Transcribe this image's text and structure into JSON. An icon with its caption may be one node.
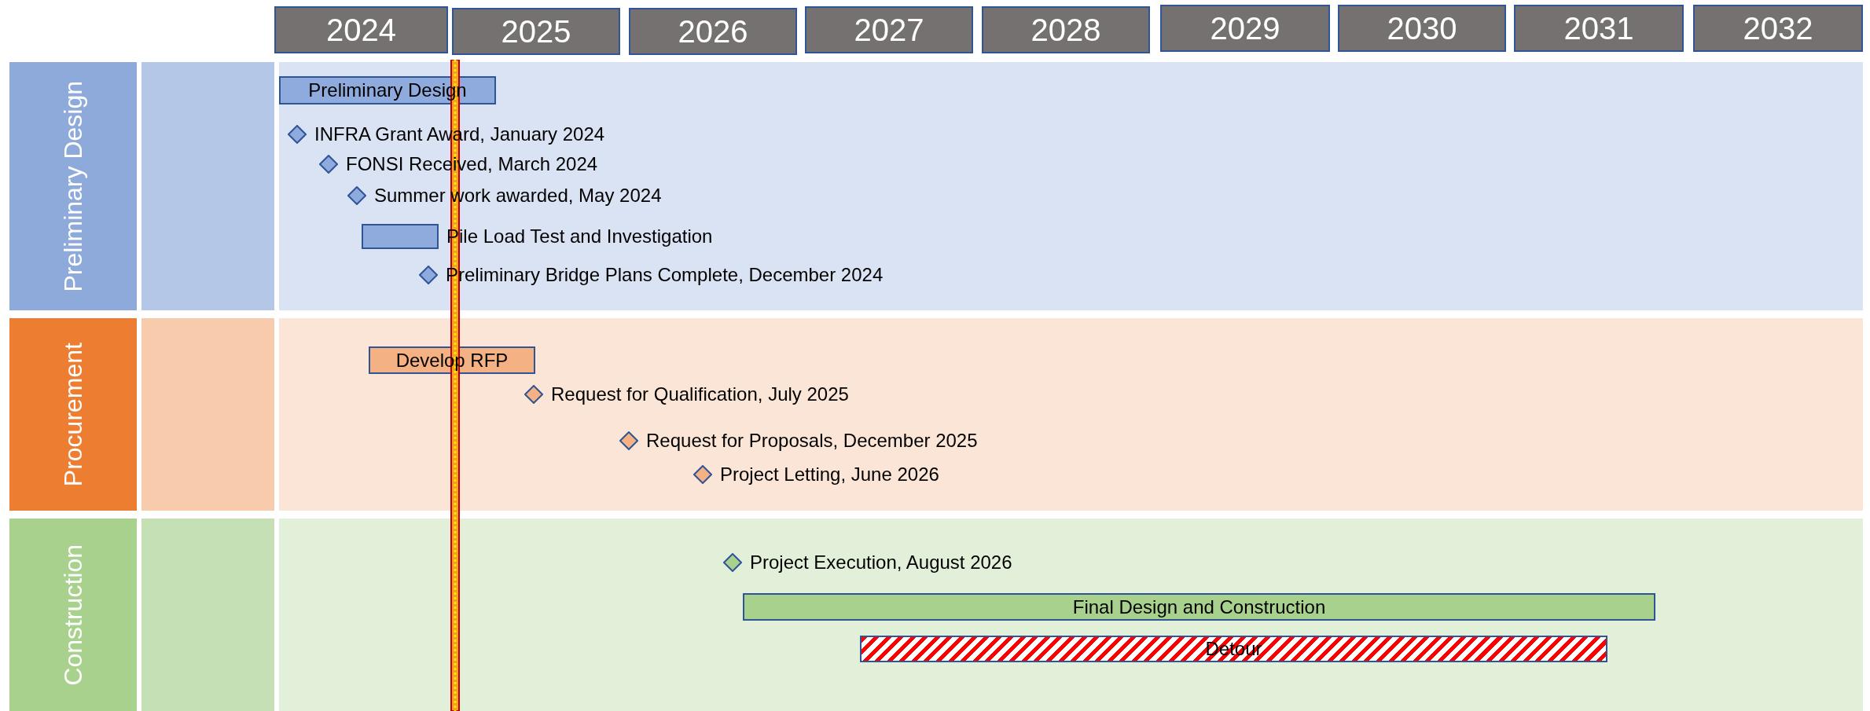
{
  "diagram": {
    "nodes": [
      {
        "text": [
          "2024"
        ]
      },
      {
        "text": [
          "2025"
        ]
      },
      {
        "text": [
          "2026"
        ]
      },
      {
        "text": [
          "2027"
        ]
      },
      {
        "text": [
          "2028"
        ]
      },
      {
        "text": [
          "2029"
        ]
      },
      {
        "text": [
          "2030"
        ]
      },
      {
        "text": [
          "2031"
        ]
      },
      {
        "text": [
          "2032"
        ]
      },
      {
        "text": [
          "Preliminary Design"
        ]
      },
      {
        "text": [
          "Procurement"
        ]
      },
      {
        "text": [
          "Construction"
        ]
      },
      {
        "text": [
          "Preliminary Design"
        ],
        "in": 9
      },
      {
        "text": [],
        "shape": "diamond",
        "beside": [
          "INFRA Grant Award, January 2024"
        ],
        "in": 9
      },
      {
        "text": [],
        "shape": "diamond",
        "beside": [
          "FONSI Received, March 2024"
        ],
        "in": 9
      },
      {
        "text": [],
        "shape": "diamond",
        "beside": [
          "Summer work awarded, May 2024"
        ],
        "in": 9
      },
      {
        "text": [],
        "shape": "bar",
        "beside": [
          "Pile Load Test and Investigation"
        ],
        "in": 9
      },
      {
        "text": [],
        "shape": "diamond",
        "beside": [
          "Preliminary Bridge Plans Complete, December  2024"
        ],
        "in": 9
      },
      {
        "text": [
          "Develop RFP"
        ],
        "in": 10
      },
      {
        "text": [],
        "shape": "diamond",
        "beside": [
          "Request for Qualification, July 2025"
        ],
        "in": 10
      },
      {
        "text": [],
        "shape": "diamond",
        "beside": [
          "Request for Proposals, December 2025"
        ],
        "in": 10
      },
      {
        "text": [],
        "shape": "diamond",
        "beside": [
          "Project Letting, June 2026"
        ],
        "in": 10
      },
      {
        "text": [],
        "shape": "diamond",
        "beside": [
          "Project Execution, August 2026"
        ],
        "in": 11
      },
      {
        "text": [
          "Final Design and Construction"
        ],
        "in": 11
      },
      {
        "text": [
          "Detour"
        ],
        "in": 11
      }
    ],
    "edges": []
  }
}
